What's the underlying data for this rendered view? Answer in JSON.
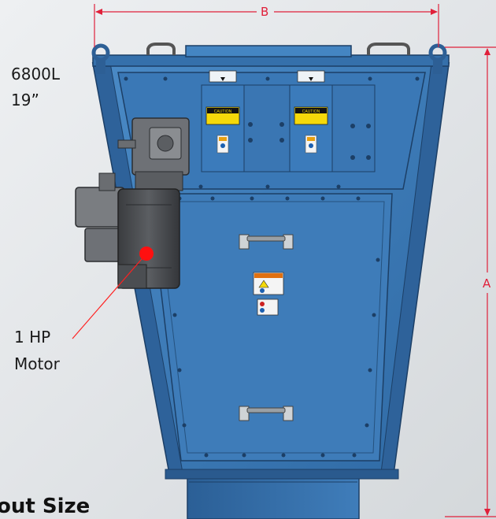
{
  "labels": {
    "model": "6800L",
    "size": "19”",
    "motor_line1": "1 HP",
    "motor_line2": "Motor",
    "section_heading": "out Size"
  },
  "dimensions": {
    "width_label": "B",
    "height_label": "A"
  },
  "decals": {
    "caution_text": "CAUTION"
  },
  "colors": {
    "housing_blue": "#3d7cb8",
    "housing_dark": "#1f4f7f",
    "motor_gray": "#4a4c4f",
    "dimension_red": "#e0203a",
    "callout_red": "#ff1010"
  }
}
